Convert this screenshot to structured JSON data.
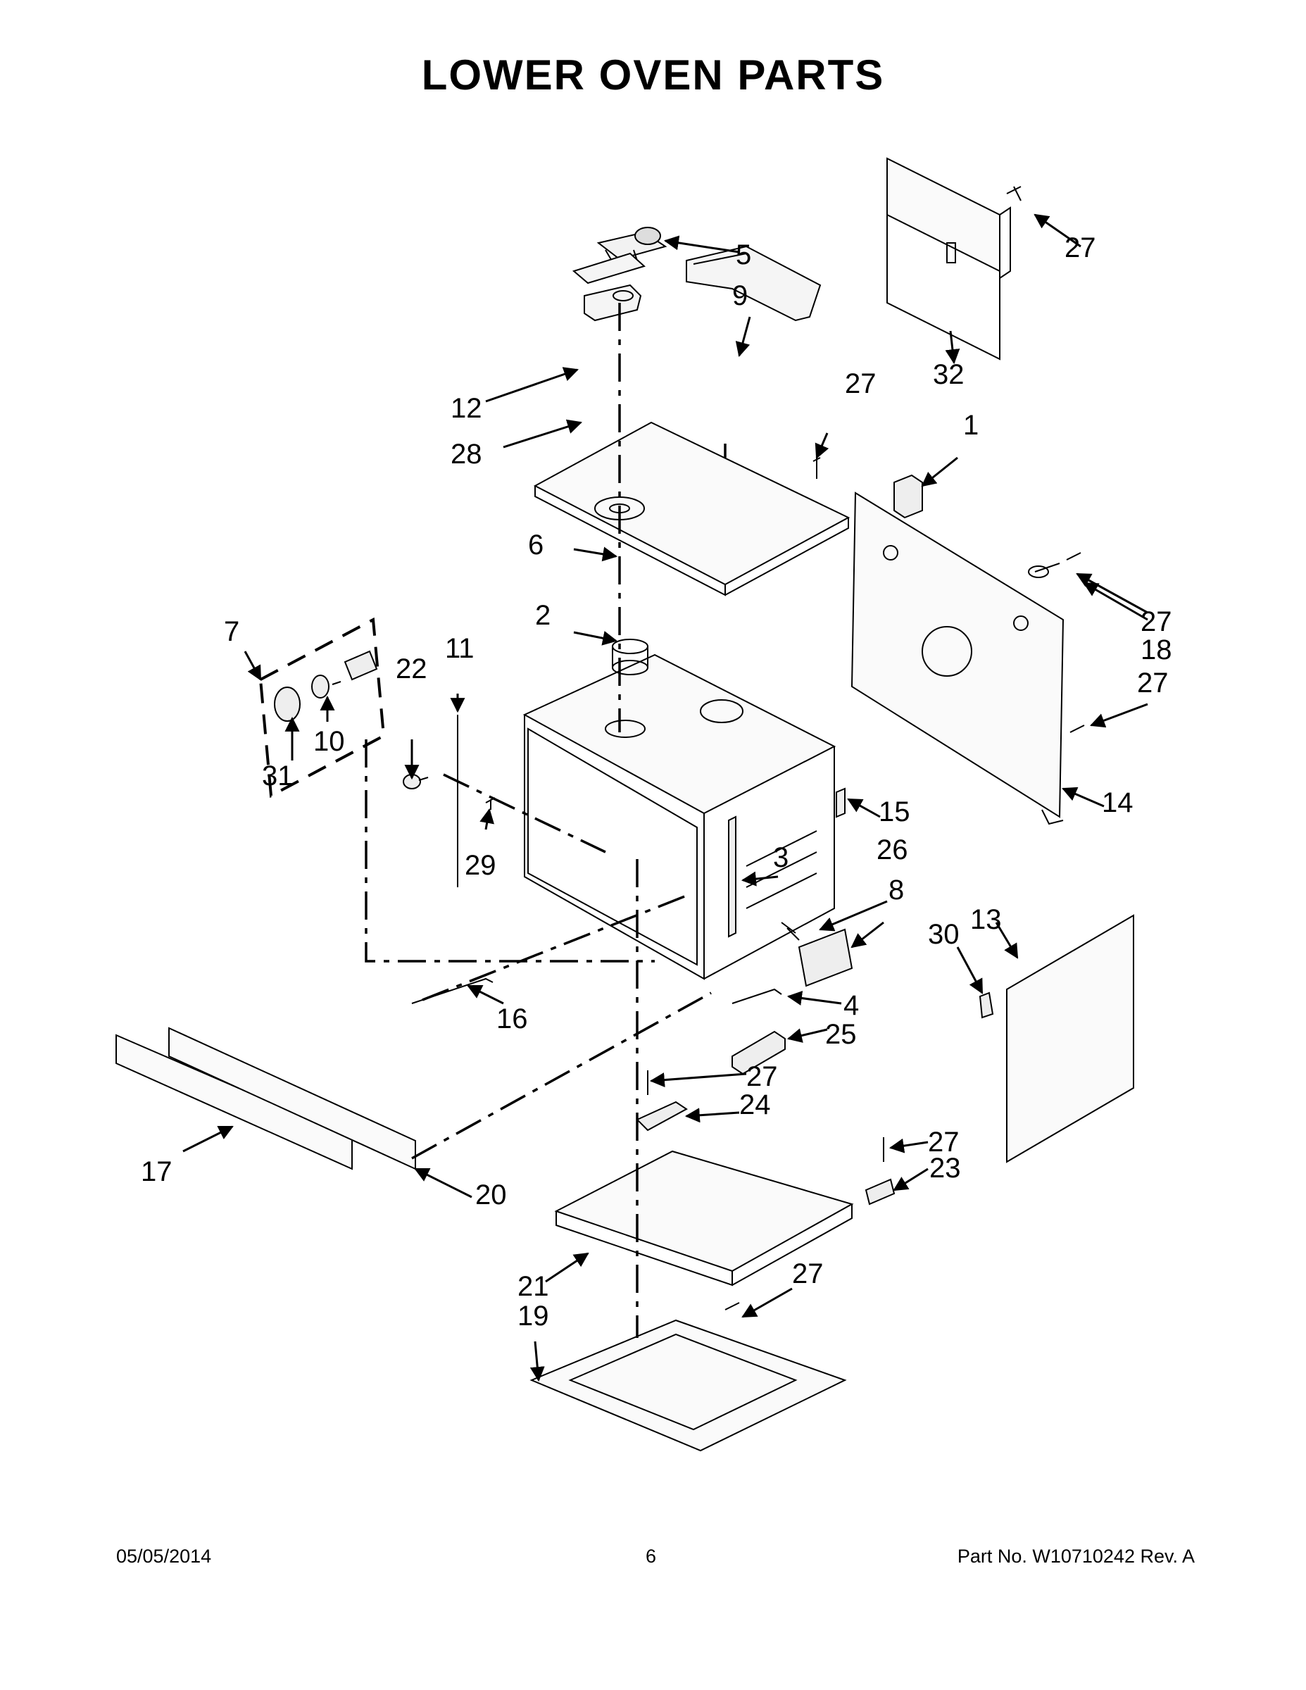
{
  "title": "LOWER OVEN PARTS",
  "footer": {
    "date": "05/05/2014",
    "page": "6",
    "part_number": "Part No.  W10710242  Rev.  A"
  },
  "callouts": [
    {
      "id": "c1",
      "label": "1"
    },
    {
      "id": "c2",
      "label": "2"
    },
    {
      "id": "c3",
      "label": "3"
    },
    {
      "id": "c4",
      "label": "4"
    },
    {
      "id": "c5",
      "label": "5"
    },
    {
      "id": "c6",
      "label": "6"
    },
    {
      "id": "c7",
      "label": "7"
    },
    {
      "id": "c8",
      "label": "8"
    },
    {
      "id": "c9",
      "label": "9"
    },
    {
      "id": "c10",
      "label": "10"
    },
    {
      "id": "c11",
      "label": "11"
    },
    {
      "id": "c12",
      "label": "12"
    },
    {
      "id": "c13",
      "label": "13"
    },
    {
      "id": "c14",
      "label": "14"
    },
    {
      "id": "c15",
      "label": "15"
    },
    {
      "id": "c16",
      "label": "16"
    },
    {
      "id": "c17",
      "label": "17"
    },
    {
      "id": "c18",
      "label": "18"
    },
    {
      "id": "c19",
      "label": "19"
    },
    {
      "id": "c20",
      "label": "20"
    },
    {
      "id": "c21",
      "label": "21"
    },
    {
      "id": "c22",
      "label": "22"
    },
    {
      "id": "c23",
      "label": "23"
    },
    {
      "id": "c24",
      "label": "24"
    },
    {
      "id": "c25",
      "label": "25"
    },
    {
      "id": "c26",
      "label": "26"
    },
    {
      "id": "c27a",
      "label": "27"
    },
    {
      "id": "c27b",
      "label": "27"
    },
    {
      "id": "c27c",
      "label": "27"
    },
    {
      "id": "c27d",
      "label": "27"
    },
    {
      "id": "c27e",
      "label": "27"
    },
    {
      "id": "c27f",
      "label": "27"
    },
    {
      "id": "c27g",
      "label": "27"
    },
    {
      "id": "c28",
      "label": "28"
    },
    {
      "id": "c29",
      "label": "29"
    },
    {
      "id": "c30",
      "label": "30"
    },
    {
      "id": "c31",
      "label": "31"
    },
    {
      "id": "c32",
      "label": "32"
    }
  ]
}
